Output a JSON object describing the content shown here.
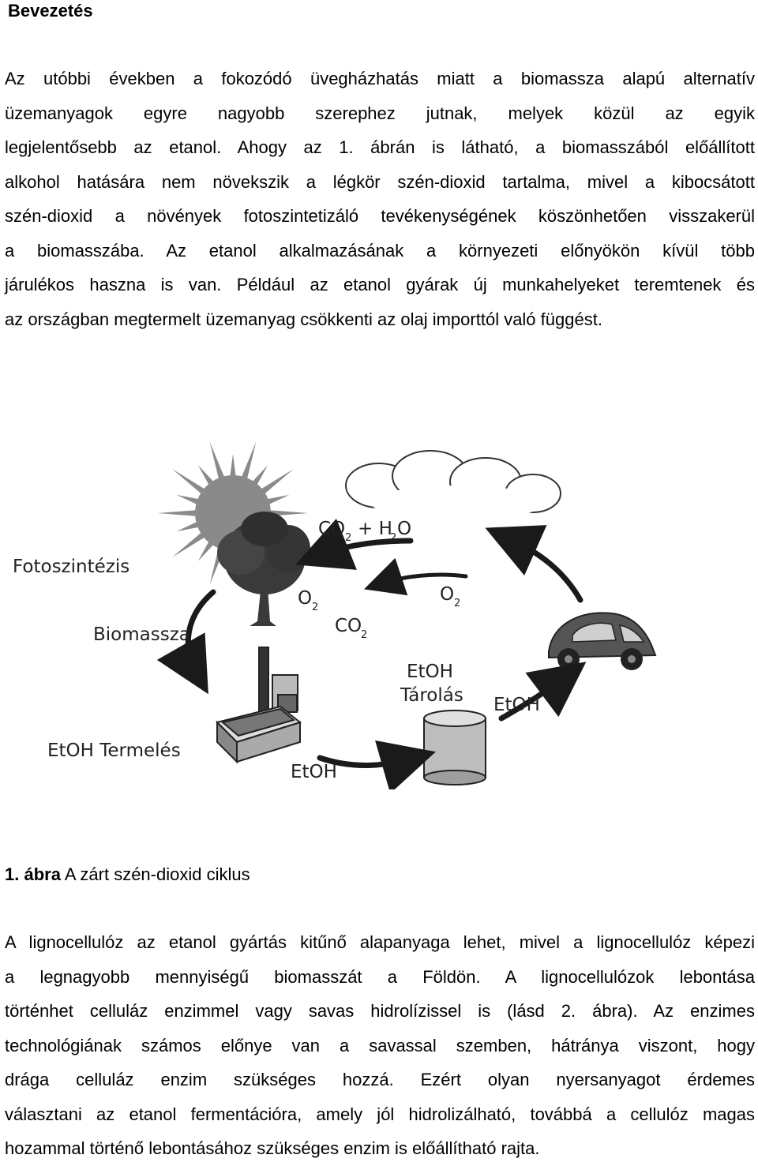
{
  "heading": "Bevezetés",
  "intro_lines": [
    "Az utóbbi években a fokozódó üvegházhatás miatt a biomassza alapú alternatív",
    "üzemanyagok egyre nagyobb szerephez jutnak, melyek közül az egyik",
    "legjelentősebb az etanol. Ahogy az 1. ábrán is látható, a biomasszából előállított",
    "alkohol hatására nem növekszik a légkör szén-dioxid tartalma, mivel a kibocsátott",
    "szén-dioxid a növények fotoszintetizáló tevékenységének köszönhetően visszakerül",
    "a biomasszába. Az etanol alkalmazásának a környezeti előnyökön kívül több",
    "járulékos haszna is van. Például az etanol gyárak új munkahelyeket teremtenek és",
    "az országban megtermelt üzemanyag csökkenti az olaj importtól való függést."
  ],
  "figure": {
    "labels": {
      "fotoszintezis": "Fotoszintézis",
      "biomassza": "Biomassza",
      "etoh_termeles": "EtOH Termelés",
      "etoh_bottom": "EtOH",
      "etoh_tarolas_1": "EtOH",
      "etoh_tarolas_2": "Tárolás",
      "etoh_right": "EtOH",
      "co2_h2o_co": "CO",
      "co2_h2o_sub2": "2",
      "co2_h2o_plus": "+ H",
      "co2_h2o_sub2b": "2",
      "co2_h2o_o": "O",
      "o2_left": "O",
      "o2_left_sub": "2",
      "o2_right": "O",
      "o2_right_sub": "2",
      "co2_mid": "CO",
      "co2_mid_sub": "2"
    },
    "icons": [
      "sun-icon",
      "cloud-icon",
      "tree-icon",
      "factory-icon",
      "storage-tank-icon",
      "car-icon"
    ],
    "colors": {
      "sun": "#8a8a8a",
      "tree": "#3a3a3a",
      "cloud": "#ffffff",
      "arrow": "#1a1a1a"
    }
  },
  "caption": {
    "number": "1. ábra",
    "text": " A zárt szén-dioxid ciklus"
  },
  "body2_lines": [
    "A lignocellulóz az etanol gyártás kitűnő alapanyaga lehet, mivel a lignocellulóz képezi",
    "a legnagyobb mennyiségű biomasszát a Földön. A lignocellulózok lebontása",
    "történhet celluláz enzimmel vagy savas hidrolízissel is (lásd 2. ábra). Az enzimes",
    "technológiának számos előnye van a savassal szemben, hátránya viszont, hogy",
    "drága celluláz enzim szükséges hozzá. Ezért olyan nyersanyagot érdemes",
    "választani az etanol fermentációra, amely jól hidrolizálható, továbbá a cellulóz magas",
    "hozammal történő lebontásához szükséges enzim is előállítható rajta."
  ]
}
